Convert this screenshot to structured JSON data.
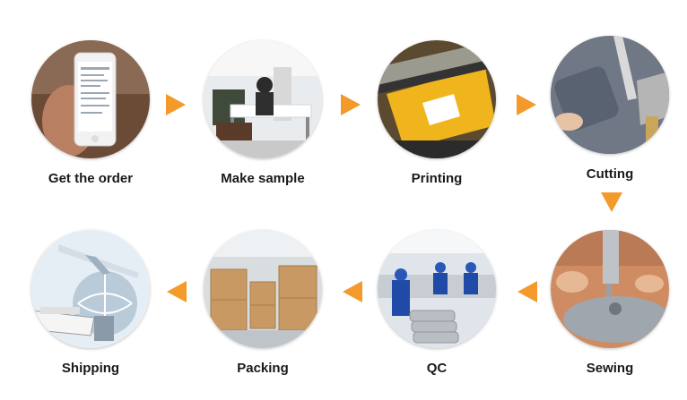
{
  "accent_color": "#f39a2b",
  "steps": [
    {
      "label": "Get the order",
      "icon": "phone-order-icon"
    },
    {
      "label": "Make sample",
      "icon": "workshop-icon"
    },
    {
      "label": "Printing",
      "icon": "printer-icon"
    },
    {
      "label": "Cutting",
      "icon": "scissors-fabric-icon"
    },
    {
      "label": "Sewing",
      "icon": "sewing-machine-icon"
    },
    {
      "label": "QC",
      "icon": "quality-check-icon"
    },
    {
      "label": "Packing",
      "icon": "boxes-icon"
    },
    {
      "label": "Shipping",
      "icon": "ship-plane-icon"
    }
  ]
}
